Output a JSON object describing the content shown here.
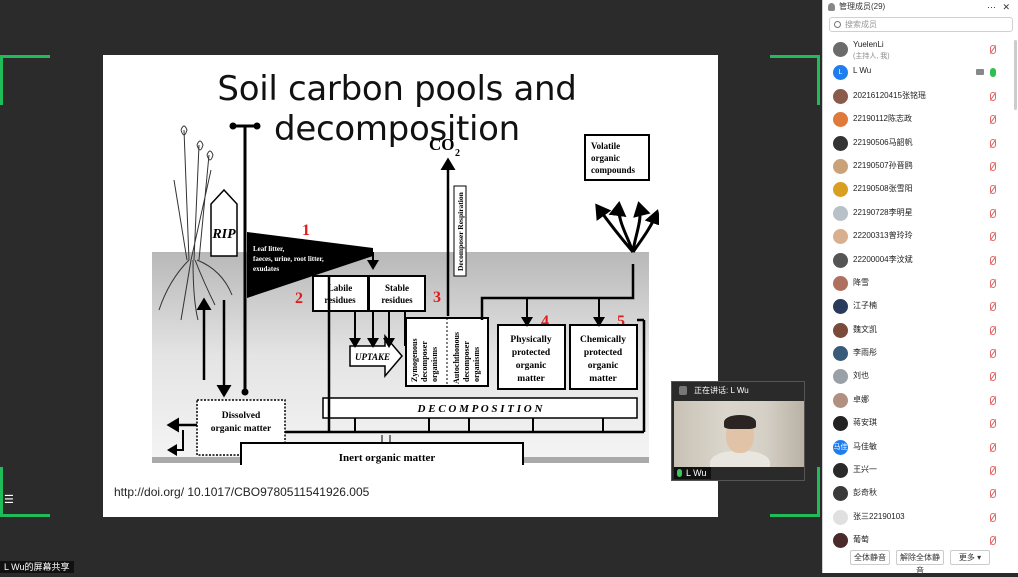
{
  "colors": {
    "accent_green": "#1fbd5a",
    "red_number": "#e01b1b"
  },
  "slide": {
    "title": "Soil carbon pools and decomposition",
    "doi": "http://doi.org/ 10.1017/CBO9780511541926.005",
    "diagram": {
      "rip": "RIP",
      "co2": "CO",
      "co2_sub": "2",
      "volatile": [
        "Volatile",
        "organic",
        "compounds"
      ],
      "leaf": [
        "Leaf litter,",
        "faeces, urine, root litter,",
        "exudates"
      ],
      "labile": [
        "Labile",
        "residues"
      ],
      "stable": [
        "Stable",
        "residues"
      ],
      "uptake": "UPTAKE",
      "decomposer_respiration": "Decomposer Respiration",
      "zymogenous": [
        "Zymogenous",
        "decomposer",
        "organisms"
      ],
      "autochthonous": [
        "Autochthonous",
        "decomposer",
        "organisms"
      ],
      "physically": [
        "Physically",
        "protected",
        "organic",
        "matter"
      ],
      "chemically": [
        "Chemically",
        "protected",
        "organic",
        "matter"
      ],
      "dissolved": [
        "Dissolved",
        "organic matter"
      ],
      "decomposition": "D E C O M P O S I T I O N",
      "inert": "Inert organic matter",
      "numbers": [
        "1",
        "2",
        "3",
        "4",
        "5"
      ]
    }
  },
  "screen_share_label": "L Wu的屏幕共享",
  "speaker_panel": {
    "header": "正在讲话: L Wu",
    "name": "L Wu"
  },
  "sidebar": {
    "title": "管理成员(29)",
    "search_placeholder": "搜索成员",
    "members": [
      {
        "name": "YuelenLi",
        "sub": "(主持人, 我)",
        "color": "#6b6b6b",
        "mic": "off"
      },
      {
        "name": "L Wu",
        "sub": "",
        "color": "#1e7ef0",
        "mic": "on",
        "avatar_text": "L"
      },
      {
        "name": "20216120415张铭瑶",
        "sub": "",
        "color": "#8a5a4a",
        "mic": "off"
      },
      {
        "name": "22190112陈志政",
        "sub": "",
        "color": "#e07a3a",
        "mic": "off"
      },
      {
        "name": "22190506马韶帆",
        "sub": "",
        "color": "#333333",
        "mic": "off"
      },
      {
        "name": "22190507孙晋鸥",
        "sub": "",
        "color": "#c9a27a",
        "mic": "off"
      },
      {
        "name": "22190508张雪阳",
        "sub": "",
        "color": "#d9a020",
        "mic": "off"
      },
      {
        "name": "22190728李明星",
        "sub": "",
        "color": "#b8c0c8",
        "mic": "off"
      },
      {
        "name": "22200313曾玲玲",
        "sub": "",
        "color": "#d8b090",
        "mic": "off"
      },
      {
        "name": "22200004李汶斌",
        "sub": "",
        "color": "#555555",
        "mic": "off"
      },
      {
        "name": "降雪",
        "sub": "",
        "color": "#b07060",
        "mic": "off"
      },
      {
        "name": "江子楠",
        "sub": "",
        "color": "#2a3a5a",
        "mic": "off"
      },
      {
        "name": "魏文凯",
        "sub": "",
        "color": "#7a4a3a",
        "mic": "off"
      },
      {
        "name": "李雨彤",
        "sub": "",
        "color": "#3a5a7a",
        "mic": "off"
      },
      {
        "name": "刘也",
        "sub": "",
        "color": "#9aa0a8",
        "mic": "off"
      },
      {
        "name": "卓娜",
        "sub": "",
        "color": "#b09080",
        "mic": "off"
      },
      {
        "name": "蒋安琪",
        "sub": "",
        "color": "#222222",
        "mic": "off"
      },
      {
        "name": "马佳敏",
        "sub": "",
        "color": "#1e7ef0",
        "mic": "off",
        "avatar_text": "马佳"
      },
      {
        "name": "王兴一",
        "sub": "",
        "color": "#2a2a2a",
        "mic": "off"
      },
      {
        "name": "彭奇秋",
        "sub": "",
        "color": "#3a3a3a",
        "mic": "off"
      },
      {
        "name": "张三22190103",
        "sub": "",
        "color": "#e0e0e0",
        "mic": "off"
      },
      {
        "name": "葡萄",
        "sub": "",
        "color": "#4a2a2a",
        "mic": "off"
      }
    ],
    "buttons": [
      "全体静音",
      "解除全体静音",
      "更多 ▾"
    ]
  }
}
